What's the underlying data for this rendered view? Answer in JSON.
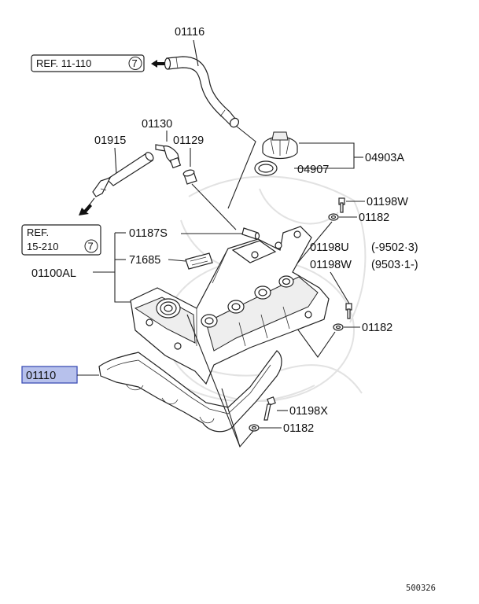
{
  "refs": {
    "top": {
      "text": "REF. 11-110",
      "circle": "7"
    },
    "left": {
      "line1": "REF.",
      "line2": "15-210",
      "circle": "7"
    }
  },
  "labels": {
    "p01116": "01116",
    "p01130": "01130",
    "p01915": "01915",
    "p01129": "01129",
    "p04903a": "04903A",
    "p04907": "04907",
    "p01198w_top": "01198W",
    "p01182_top": "01182",
    "p01187s": "01187S",
    "p71685": "71685",
    "p01100al": "01100AL",
    "p01198u": "01198U",
    "p01198u_range": "(-9502·3)",
    "p01198w_mid": "01198W",
    "p01198w_mid_range": "(9503·1-)",
    "p01182_mid": "01182",
    "p01110": "01110",
    "p01198x": "01198X",
    "p01182_bot": "01182"
  },
  "diagram_number": "500326",
  "colors": {
    "highlight_fill": "#b7c1ec",
    "highlight_border": "#3d4fb5",
    "ink": "#222222"
  }
}
